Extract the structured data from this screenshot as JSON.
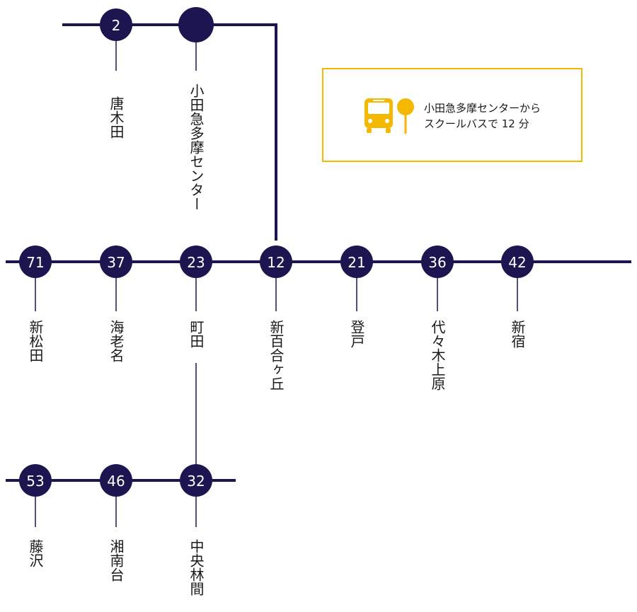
{
  "colors": {
    "line": "#1b1650",
    "accent": "#f5b800",
    "text": "#1a1a1a",
    "number": "#ffffff"
  },
  "stations": {
    "karakida": {
      "num": "2",
      "name": "唐木田"
    },
    "tama_center": {
      "num": "",
      "name": "小田急多摩センター"
    },
    "shinmatsuda": {
      "num": "71",
      "name": "新松田"
    },
    "ebina": {
      "num": "37",
      "name": "海老名"
    },
    "machida": {
      "num": "23",
      "name": "町田"
    },
    "shinyurigaoka": {
      "num": "12",
      "name": "新百合ヶ丘"
    },
    "noborito": {
      "num": "21",
      "name": "登戸"
    },
    "yoyogiuehara": {
      "num": "36",
      "name": "代々木上原"
    },
    "shinjuku": {
      "num": "42",
      "name": "新宿"
    },
    "fujisawa": {
      "num": "53",
      "name": "藤沢"
    },
    "shonandai": {
      "num": "46",
      "name": "湘南台"
    },
    "chuorinkan": {
      "num": "32",
      "name": "中央林間"
    }
  },
  "info": {
    "line1": "小田急多摩センターから",
    "line2": "スクールバスで 12 分",
    "icons": [
      "bus-icon",
      "bus-stop-icon"
    ]
  }
}
